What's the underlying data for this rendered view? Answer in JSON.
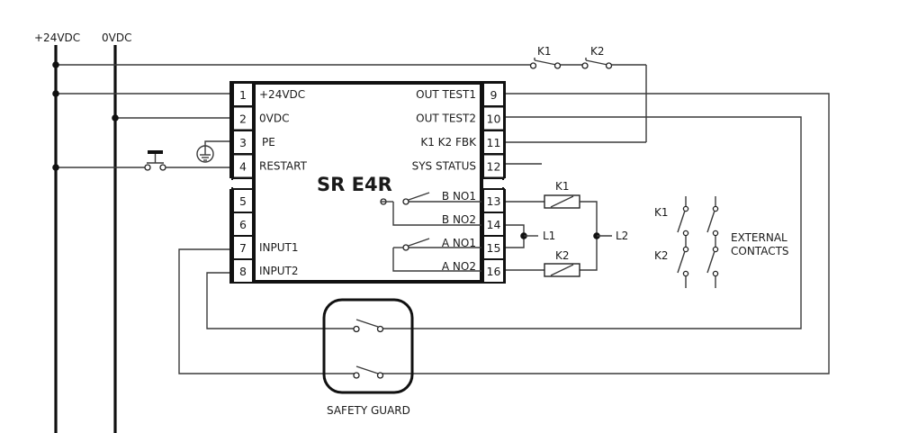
{
  "power": {
    "positive_label": "+24VDC",
    "negative_label": "0VDC"
  },
  "device": {
    "title": "SR E4R",
    "left_terminals": [
      {
        "num": "1",
        "label": "+24VDC"
      },
      {
        "num": "2",
        "label": "0VDC"
      },
      {
        "num": "3",
        "label": "PE"
      },
      {
        "num": "4",
        "label": "RESTART"
      },
      {
        "num": "5",
        "label": ""
      },
      {
        "num": "6",
        "label": ""
      },
      {
        "num": "7",
        "label": "INPUT1"
      },
      {
        "num": "8",
        "label": "INPUT2"
      }
    ],
    "right_terminals": [
      {
        "num": "9",
        "label": "OUT TEST1"
      },
      {
        "num": "10",
        "label": "OUT TEST2"
      },
      {
        "num": "11",
        "label": "K1 K2 FBK"
      },
      {
        "num": "12",
        "label": "SYS STATUS"
      },
      {
        "num": "13",
        "label": "B NO1"
      },
      {
        "num": "14",
        "label": "B NO2"
      },
      {
        "num": "15",
        "label": "A NO1"
      },
      {
        "num": "16",
        "label": "A NO2"
      }
    ]
  },
  "feedback_contacts": {
    "k1": "K1",
    "k2": "K2"
  },
  "coils": {
    "k1": "K1",
    "k2": "K2",
    "l1": "L1",
    "l2": "L2"
  },
  "external_contacts": {
    "k1": "K1",
    "k2": "K2",
    "line1": "EXTERNAL",
    "line2": "CONTACTS"
  },
  "safety_guard": {
    "label": "SAFETY GUARD"
  },
  "icons": [
    "ground-icon",
    "pushbutton-icon",
    "switch-contact-icon",
    "relay-coil-icon",
    "junction-dot-icon"
  ]
}
